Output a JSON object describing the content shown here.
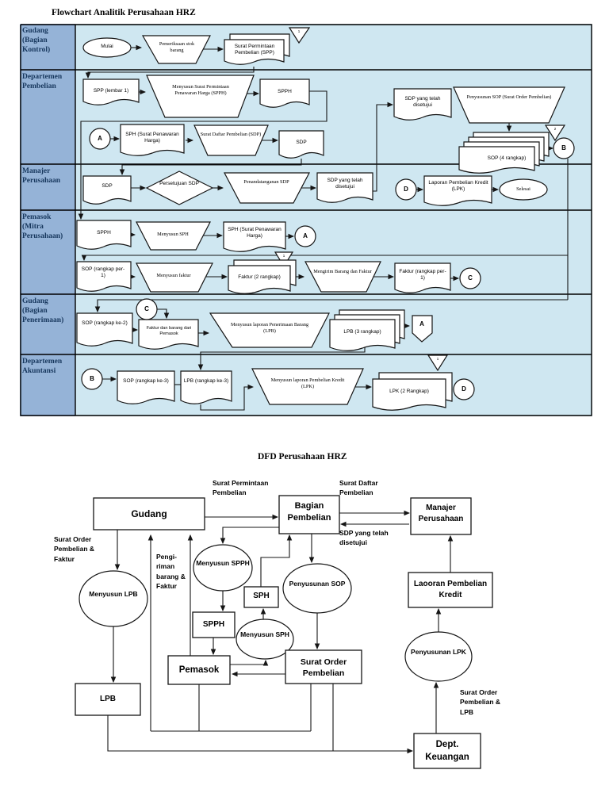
{
  "page": {
    "flowchart_title": "Flowchart Analitik Perusahaan HRZ",
    "dfd_title": "DFD Perusahaan HRZ"
  },
  "colors": {
    "lane_header_bg": "#95b3d7",
    "lane_body_bg": "#cfe7f1",
    "line": "#151515"
  },
  "flowchart": {
    "lanes": [
      {
        "label": "Gudang (Bagian Kontrol)"
      },
      {
        "label": "Departemen Pembelian"
      },
      {
        "label": "Manajer Perusahaan"
      },
      {
        "label": "Pemasok (Mitra Perusahaan)"
      },
      {
        "label": "Gudang (Bagian Penerimaan)"
      },
      {
        "label": "Departemen Akuntansi"
      }
    ],
    "nodes": {
      "mulai": "Mulai",
      "pemeriksaan": "Pemeriksaan stok barang",
      "spp": "Surat Permintaan Pembelian (SPP)",
      "tri_spp": "1",
      "spp_lembar1": "SPP (lembar 1)",
      "menyusun_spph": "Menyusun Surat Permintaan Penawaran Harga (SPPH)",
      "spph": "SPPH",
      "conn_a1": "A",
      "sph_surat": "SPH (Surat Penawaran Harga)",
      "surat_daftar_pembelian": "Surat Daftar Pembelian (SDP)",
      "sdp": "SDP",
      "sdp_disetujui_dept": "SDP yang telah disetujui",
      "penyusunan_sop": "Penyusunan SOP (Surat Order Pembelian)",
      "tri_sop": "2",
      "sop_4_rangkap": "SOP (4 rangkap)",
      "conn_b1": "B",
      "sdp_mgr": "SDP",
      "persetujuan_sdp": "Persetujuan SDP",
      "penandatanganan_sdp": "Penandatanganan SDP",
      "sdp_disetujui_mgr": "SDP yang telah disetujui",
      "conn_d1": "D",
      "laporan_pembelian_kredit": "Laporan Pembelian Kredit (LPK)",
      "selesai": "Selesai",
      "spph_pemasok": "SPPH",
      "menyusun_sph": "Menyusun SPH",
      "sph_pemasok": "SPH (Surat Penawaran Harga)",
      "conn_a2": "A",
      "sop_rangkap_per1": "SOP (rangkap per-1)",
      "menyusun_faktur": "Menyusun faktur",
      "faktur_2_rangkap": "Faktur (2 rangkap)",
      "tri_faktur": "1",
      "mengirim_barang": "Mengirim Barang dan Faktur",
      "faktur_rangkap_per1": "Faktur (rangkap per-1)",
      "conn_c1": "C",
      "sop_rangkap_ke2": "SOP (rangkap ke-2)",
      "conn_c2": "C",
      "faktur_dan_barang": "Faktur dan barang dari Pemasok",
      "menyusun_laporan_lpb": "Menyusun laporan Penerimaan Barang (LPB)",
      "lpb_3_rangkap": "LPB (3 rangkap)",
      "offpage_a": "A",
      "conn_b2": "B",
      "sop_rangkap_ke3": "SOP (rangkap ke-3)",
      "lpb_rangkap_ke3": "LPB (rangkap ke-3)",
      "menyusun_laporan_lpk": "Menyusun laporan Pembelian Kredit (LPK)",
      "lpk_2_rangkap": "LPK (2 Rangkap)",
      "tri_lpk": "1",
      "conn_d2": "D"
    }
  },
  "dfd": {
    "nodes": {
      "gudang": "Gudang",
      "bagian_pembelian": "Bagian Pembelian",
      "manajer_perusahaan": "Manajer Perusahaan",
      "menyusun_lpb": "Menyusun LPB",
      "menyusun_spph": "Menyusun SPPH",
      "penyusunan_sop": "Penyusunan SOP",
      "sph": "SPH",
      "spph": "SPPH",
      "menyusun_sph": "Menyusun SPH",
      "pemasok": "Pemasok",
      "surat_order_pembelian": "Surat Order Pembelian",
      "laooran_pembelian_kredit": "Laooran Pembelian Kredit",
      "penyusunan_lpk": "Penyusunan LPK",
      "lpb": "LPB",
      "dept_keuangan": "Dept. Keuangan"
    },
    "edge_labels": {
      "surat_permintaan_pembelian": "Surat Permintaan Pembelian",
      "surat_daftar_pembelian": "Surat Daftar Pembelian",
      "sdp_yang_telah_disetujui": "SDP yang telah disetujui",
      "surat_order_pembelian_faktur": "Surat Order Pembelian & Faktur",
      "pengiriman_barang_faktur": "Pengi-riman barang & Faktur",
      "surat_order_pembelian_lpb": "Surat Order Pembelian & LPB"
    }
  }
}
